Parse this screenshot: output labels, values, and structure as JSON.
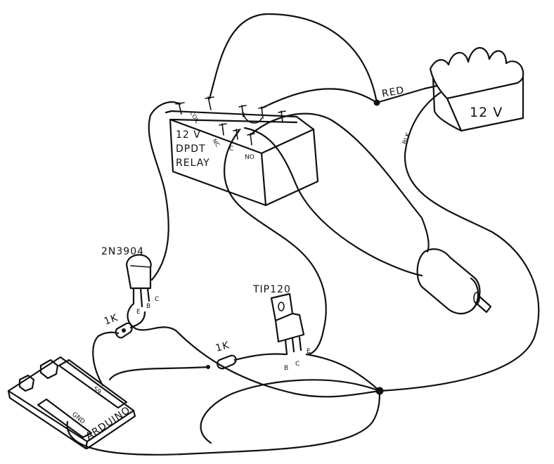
{
  "battery": {
    "label": "12 V"
  },
  "wires": {
    "red_label": "RED",
    "black_label": "BLK"
  },
  "relay": {
    "line1": "12 V",
    "line2": "DPDT",
    "line3": "RELAY",
    "coil_label": "COIL",
    "nc_label": "NC",
    "c_label": "C",
    "no_label": "NO"
  },
  "transistor_small": {
    "part": "2N3904",
    "e": "E",
    "b": "B",
    "c": "C"
  },
  "transistor_power": {
    "part": "TIP120",
    "b": "B",
    "c": "C",
    "e": "E"
  },
  "resistors": {
    "r1": "1K",
    "r2": "1K"
  },
  "arduino": {
    "label": "ARDUINO",
    "gnd": "GND",
    "pin": "S9"
  }
}
